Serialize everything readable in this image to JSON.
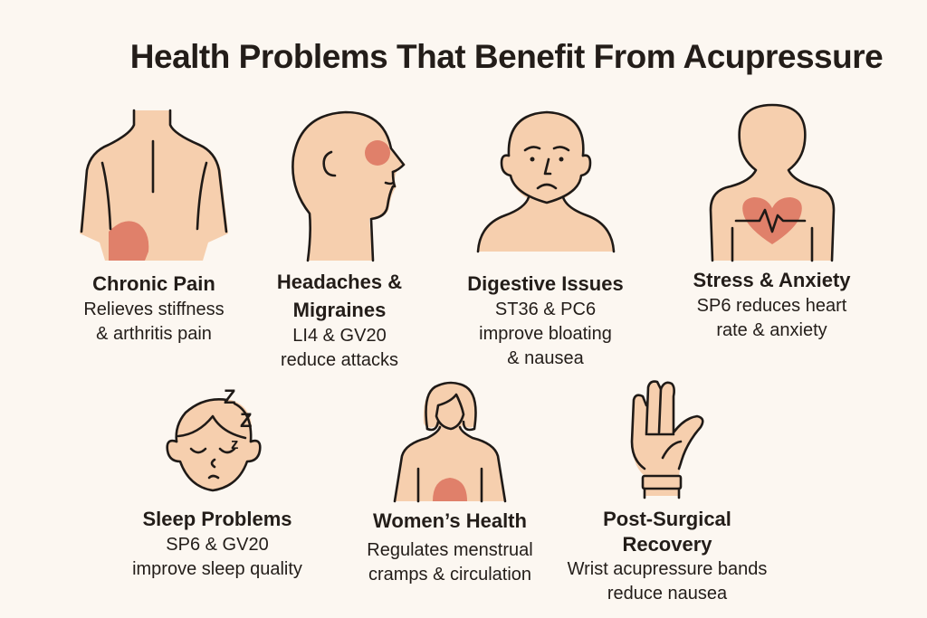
{
  "title": "Health Problems That Benefit From Acupressure",
  "colors": {
    "background": "#fcf7f1",
    "skin": "#f6cfae",
    "highlight": "#e0806a",
    "outline": "#1f1a17"
  },
  "items": [
    {
      "label": "Chronic Pain",
      "desc_lines": [
        "Relieves stiffness",
        "& arthritis pain"
      ],
      "icon": "back-torso-icon"
    },
    {
      "label_lines": [
        "Headaches &",
        "Migraines"
      ],
      "desc_lines": [
        "LI4 & GV20",
        "reduce attacks"
      ],
      "icon": "head-profile-icon"
    },
    {
      "label": "Digestive Issues",
      "desc_lines": [
        "ST36 & PC6",
        "improve bloating",
        "& nausea"
      ],
      "icon": "person-bust-icon"
    },
    {
      "label": "Stress & Anxiety",
      "desc_lines": [
        "SP6 reduces heart",
        "rate & anxiety"
      ],
      "icon": "heart-torso-icon"
    },
    {
      "label": "Sleep Problems",
      "desc_lines": [
        "SP6 & GV20",
        "improve sleep quality"
      ],
      "icon": "sleeping-face-icon",
      "zzz": [
        "Z",
        "Z",
        "z"
      ]
    },
    {
      "label": "Women’s Health",
      "desc_lines": [
        "Regulates menstrual",
        "cramps & circulation"
      ],
      "icon": "female-torso-icon"
    },
    {
      "label_lines": [
        "Post-Surgical",
        "Recovery"
      ],
      "desc_lines": [
        "Wrist acupressure bands",
        "reduce nausea"
      ],
      "icon": "hand-wristband-icon"
    }
  ]
}
